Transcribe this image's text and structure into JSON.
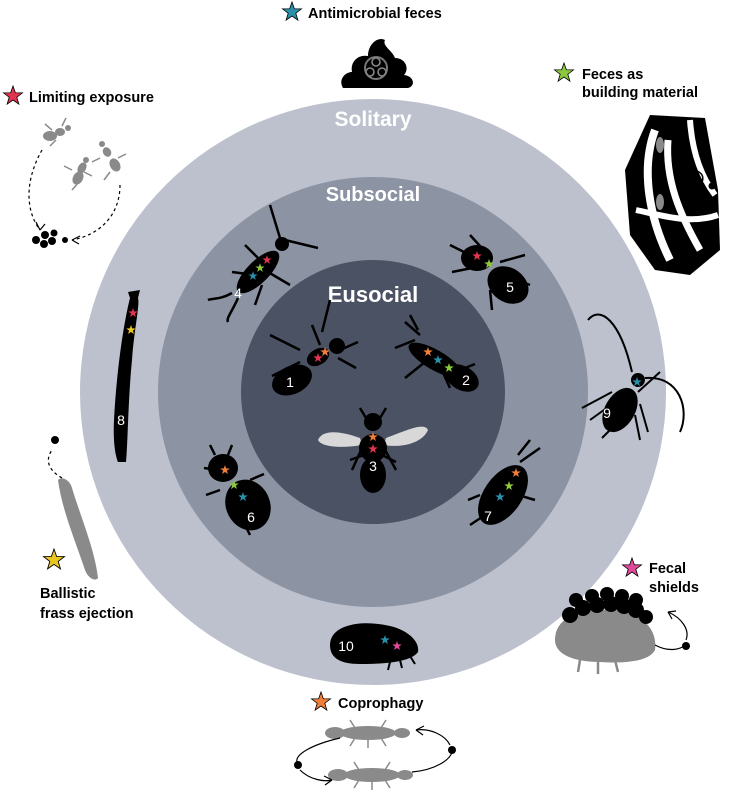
{
  "rings": {
    "solitary": {
      "label": "Solitary",
      "color": "#bcc1cd"
    },
    "subsocial": {
      "label": "Subsocial",
      "color": "#8c93a3"
    },
    "eusocial": {
      "label": "Eusocial",
      "color": "#4b5263"
    }
  },
  "traits": {
    "antimicrobial": {
      "label": "Antimicrobial feces",
      "color": "#2a8fa8",
      "icon": "biohazard-feces-icon"
    },
    "limiting": {
      "label": "Limiting exposure",
      "color": "#e0344f",
      "icon": "ants-icon"
    },
    "building": {
      "line1": "Feces as",
      "line2": "building material",
      "color": "#8cc83c",
      "icon": "termite-gallery-icon"
    },
    "ballistic": {
      "line1": "Ballistic",
      "line2": "frass ejection",
      "color": "#e8c51f",
      "icon": "larva-icon"
    },
    "fecal_shields": {
      "line1": "Fecal",
      "line2": "shields",
      "color": "#e0489a",
      "icon": "beetle-larva-shield-icon"
    },
    "coprophagy": {
      "label": "Coprophagy",
      "color": "#f07d3a",
      "icon": "termites-icon"
    }
  },
  "insects": [
    "1",
    "2",
    "3",
    "4",
    "5",
    "6",
    "7",
    "8",
    "9",
    "10"
  ]
}
